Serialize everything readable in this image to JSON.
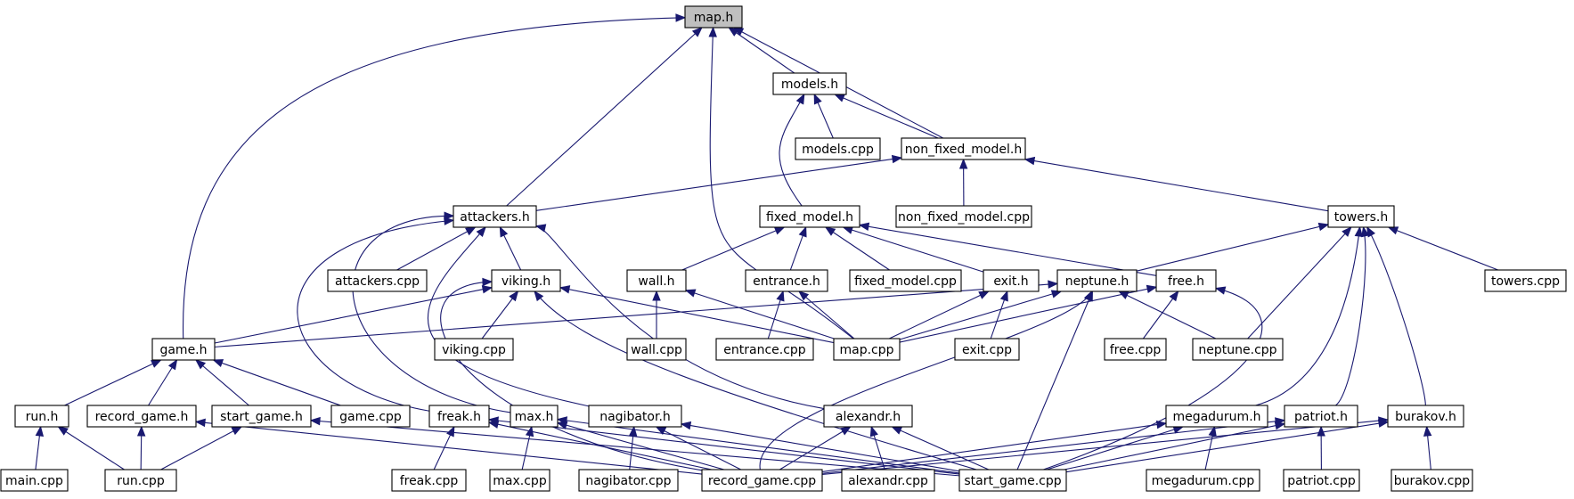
{
  "graph": {
    "nodes": [
      {
        "id": "map_h",
        "label": "map.h",
        "root": true
      },
      {
        "id": "models_h",
        "label": "models.h"
      },
      {
        "id": "models_cpp",
        "label": "models.cpp"
      },
      {
        "id": "non_fixed_model_h",
        "label": "non_fixed_model.h"
      },
      {
        "id": "attackers_h",
        "label": "attackers.h"
      },
      {
        "id": "fixed_model_h",
        "label": "fixed_model.h"
      },
      {
        "id": "non_fixed_model_cpp",
        "label": "non_fixed_model.cpp"
      },
      {
        "id": "towers_h",
        "label": "towers.h"
      },
      {
        "id": "attackers_cpp",
        "label": "attackers.cpp"
      },
      {
        "id": "viking_h",
        "label": "viking.h"
      },
      {
        "id": "wall_h",
        "label": "wall.h"
      },
      {
        "id": "entrance_h",
        "label": "entrance.h"
      },
      {
        "id": "fixed_model_cpp",
        "label": "fixed_model.cpp"
      },
      {
        "id": "exit_h",
        "label": "exit.h"
      },
      {
        "id": "neptune_h",
        "label": "neptune.h"
      },
      {
        "id": "free_h",
        "label": "free.h"
      },
      {
        "id": "towers_cpp",
        "label": "towers.cpp"
      },
      {
        "id": "game_h",
        "label": "game.h"
      },
      {
        "id": "viking_cpp",
        "label": "viking.cpp"
      },
      {
        "id": "wall_cpp",
        "label": "wall.cpp"
      },
      {
        "id": "entrance_cpp",
        "label": "entrance.cpp"
      },
      {
        "id": "map_cpp",
        "label": "map.cpp"
      },
      {
        "id": "exit_cpp",
        "label": "exit.cpp"
      },
      {
        "id": "free_cpp",
        "label": "free.cpp"
      },
      {
        "id": "neptune_cpp",
        "label": "neptune.cpp"
      },
      {
        "id": "run_h",
        "label": "run.h"
      },
      {
        "id": "record_game_h",
        "label": "record_game.h"
      },
      {
        "id": "start_game_h",
        "label": "start_game.h"
      },
      {
        "id": "game_cpp",
        "label": "game.cpp"
      },
      {
        "id": "freak_h",
        "label": "freak.h"
      },
      {
        "id": "max_h",
        "label": "max.h"
      },
      {
        "id": "nagibator_h",
        "label": "nagibator.h"
      },
      {
        "id": "alexandr_h",
        "label": "alexandr.h"
      },
      {
        "id": "megadurum_h",
        "label": "megadurum.h"
      },
      {
        "id": "patriot_h",
        "label": "patriot.h"
      },
      {
        "id": "burakov_h",
        "label": "burakov.h"
      },
      {
        "id": "main_cpp",
        "label": "main.cpp"
      },
      {
        "id": "run_cpp",
        "label": "run.cpp"
      },
      {
        "id": "freak_cpp",
        "label": "freak.cpp"
      },
      {
        "id": "max_cpp",
        "label": "max.cpp"
      },
      {
        "id": "nagibator_cpp",
        "label": "nagibator.cpp"
      },
      {
        "id": "record_game_cpp",
        "label": "record_game.cpp"
      },
      {
        "id": "alexandr_cpp",
        "label": "alexandr.cpp"
      },
      {
        "id": "start_game_cpp",
        "label": "start_game.cpp"
      },
      {
        "id": "megadurum_cpp",
        "label": "megadurum.cpp"
      },
      {
        "id": "patriot_cpp",
        "label": "patriot.cpp"
      },
      {
        "id": "burakov_cpp",
        "label": "burakov.cpp"
      }
    ],
    "edges": [
      {
        "from": "models_h",
        "to": "map_h"
      },
      {
        "from": "non_fixed_model_h",
        "to": "map_h"
      },
      {
        "from": "attackers_h",
        "to": "map_h"
      },
      {
        "from": "map_cpp",
        "to": "map_h"
      },
      {
        "from": "game_h",
        "to": "map_h"
      },
      {
        "from": "models_cpp",
        "to": "models_h"
      },
      {
        "from": "non_fixed_model_h",
        "to": "models_h"
      },
      {
        "from": "fixed_model_h",
        "to": "models_h"
      },
      {
        "from": "attackers_h",
        "to": "non_fixed_model_h"
      },
      {
        "from": "non_fixed_model_cpp",
        "to": "non_fixed_model_h"
      },
      {
        "from": "towers_h",
        "to": "non_fixed_model_h"
      },
      {
        "from": "attackers_cpp",
        "to": "attackers_h"
      },
      {
        "from": "viking_h",
        "to": "attackers_h"
      },
      {
        "from": "freak_h",
        "to": "attackers_h"
      },
      {
        "from": "max_h",
        "to": "attackers_h"
      },
      {
        "from": "nagibator_h",
        "to": "attackers_h"
      },
      {
        "from": "alexandr_h",
        "to": "attackers_h"
      },
      {
        "from": "wall_h",
        "to": "fixed_model_h"
      },
      {
        "from": "entrance_h",
        "to": "fixed_model_h"
      },
      {
        "from": "fixed_model_cpp",
        "to": "fixed_model_h"
      },
      {
        "from": "exit_h",
        "to": "fixed_model_h"
      },
      {
        "from": "free_h",
        "to": "fixed_model_h"
      },
      {
        "from": "neptune_h",
        "to": "towers_h"
      },
      {
        "from": "neptune_cpp",
        "to": "towers_h"
      },
      {
        "from": "towers_cpp",
        "to": "towers_h"
      },
      {
        "from": "megadurum_h",
        "to": "towers_h"
      },
      {
        "from": "patriot_h",
        "to": "towers_h"
      },
      {
        "from": "burakov_h",
        "to": "towers_h"
      },
      {
        "from": "game_h",
        "to": "viking_h"
      },
      {
        "from": "viking_cpp",
        "to": "viking_h"
      },
      {
        "from": "map_cpp",
        "to": "viking_h"
      },
      {
        "from": "record_game_cpp",
        "to": "viking_h"
      },
      {
        "from": "start_game_cpp",
        "to": "viking_h"
      },
      {
        "from": "wall_cpp",
        "to": "wall_h"
      },
      {
        "from": "map_cpp",
        "to": "wall_h"
      },
      {
        "from": "entrance_cpp",
        "to": "entrance_h"
      },
      {
        "from": "map_cpp",
        "to": "entrance_h"
      },
      {
        "from": "map_cpp",
        "to": "exit_h"
      },
      {
        "from": "exit_cpp",
        "to": "exit_h"
      },
      {
        "from": "game_h",
        "to": "neptune_h"
      },
      {
        "from": "map_cpp",
        "to": "neptune_h"
      },
      {
        "from": "neptune_cpp",
        "to": "neptune_h"
      },
      {
        "from": "record_game_cpp",
        "to": "neptune_h"
      },
      {
        "from": "start_game_cpp",
        "to": "neptune_h"
      },
      {
        "from": "map_cpp",
        "to": "free_h"
      },
      {
        "from": "free_cpp",
        "to": "free_h"
      },
      {
        "from": "start_game_cpp",
        "to": "free_h"
      },
      {
        "from": "run_h",
        "to": "game_h"
      },
      {
        "from": "record_game_h",
        "to": "game_h"
      },
      {
        "from": "start_game_h",
        "to": "game_h"
      },
      {
        "from": "game_cpp",
        "to": "game_h"
      },
      {
        "from": "main_cpp",
        "to": "run_h"
      },
      {
        "from": "run_cpp",
        "to": "run_h"
      },
      {
        "from": "run_cpp",
        "to": "record_game_h"
      },
      {
        "from": "record_game_cpp",
        "to": "record_game_h"
      },
      {
        "from": "run_cpp",
        "to": "start_game_h"
      },
      {
        "from": "start_game_cpp",
        "to": "start_game_h"
      },
      {
        "from": "freak_cpp",
        "to": "freak_h"
      },
      {
        "from": "record_game_cpp",
        "to": "freak_h"
      },
      {
        "from": "start_game_cpp",
        "to": "freak_h"
      },
      {
        "from": "max_cpp",
        "to": "max_h"
      },
      {
        "from": "record_game_cpp",
        "to": "max_h"
      },
      {
        "from": "start_game_cpp",
        "to": "max_h"
      },
      {
        "from": "nagibator_cpp",
        "to": "nagibator_h"
      },
      {
        "from": "record_game_cpp",
        "to": "nagibator_h"
      },
      {
        "from": "start_game_cpp",
        "to": "nagibator_h"
      },
      {
        "from": "record_game_cpp",
        "to": "alexandr_h"
      },
      {
        "from": "alexandr_cpp",
        "to": "alexandr_h"
      },
      {
        "from": "start_game_cpp",
        "to": "alexandr_h"
      },
      {
        "from": "record_game_cpp",
        "to": "megadurum_h"
      },
      {
        "from": "start_game_cpp",
        "to": "megadurum_h"
      },
      {
        "from": "megadurum_cpp",
        "to": "megadurum_h"
      },
      {
        "from": "record_game_cpp",
        "to": "patriot_h"
      },
      {
        "from": "start_game_cpp",
        "to": "patriot_h"
      },
      {
        "from": "patriot_cpp",
        "to": "patriot_h"
      },
      {
        "from": "record_game_cpp",
        "to": "burakov_h"
      },
      {
        "from": "start_game_cpp",
        "to": "burakov_h"
      },
      {
        "from": "burakov_cpp",
        "to": "burakov_h"
      }
    ]
  }
}
